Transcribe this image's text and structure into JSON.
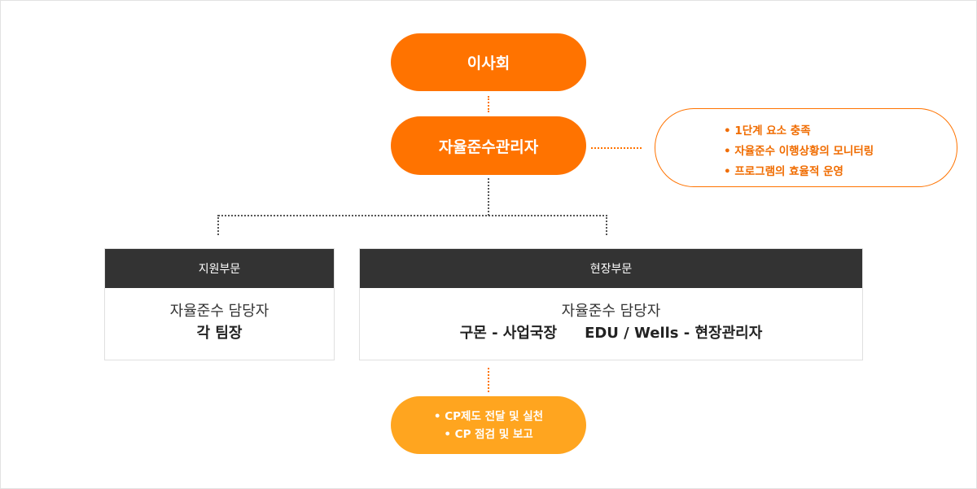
{
  "board": {
    "label": "이사회"
  },
  "compliance_manager": {
    "label": "자율준수관리자",
    "duties": [
      "• 1단계 요소 충족",
      "• 자율준수 이행상황의 모니터링",
      "• 프로그램의 효율적 운영"
    ]
  },
  "departments": {
    "support": {
      "title": "지원부문",
      "role": "자율준수 담당자",
      "assignee": "각 팀장"
    },
    "field": {
      "title": "현장부문",
      "role": "자율준수 담당자",
      "assignee_1": "구몬 - 사업국장",
      "assignee_2": "EDU / Wells - 현장관리자"
    }
  },
  "practice": {
    "items": [
      "• CP제도 전달 및 실천",
      "• CP 점검 및 보고"
    ]
  },
  "colors": {
    "primary_orange": "#ff7300",
    "light_orange": "#ffa51f",
    "dept_header": "#333333"
  }
}
